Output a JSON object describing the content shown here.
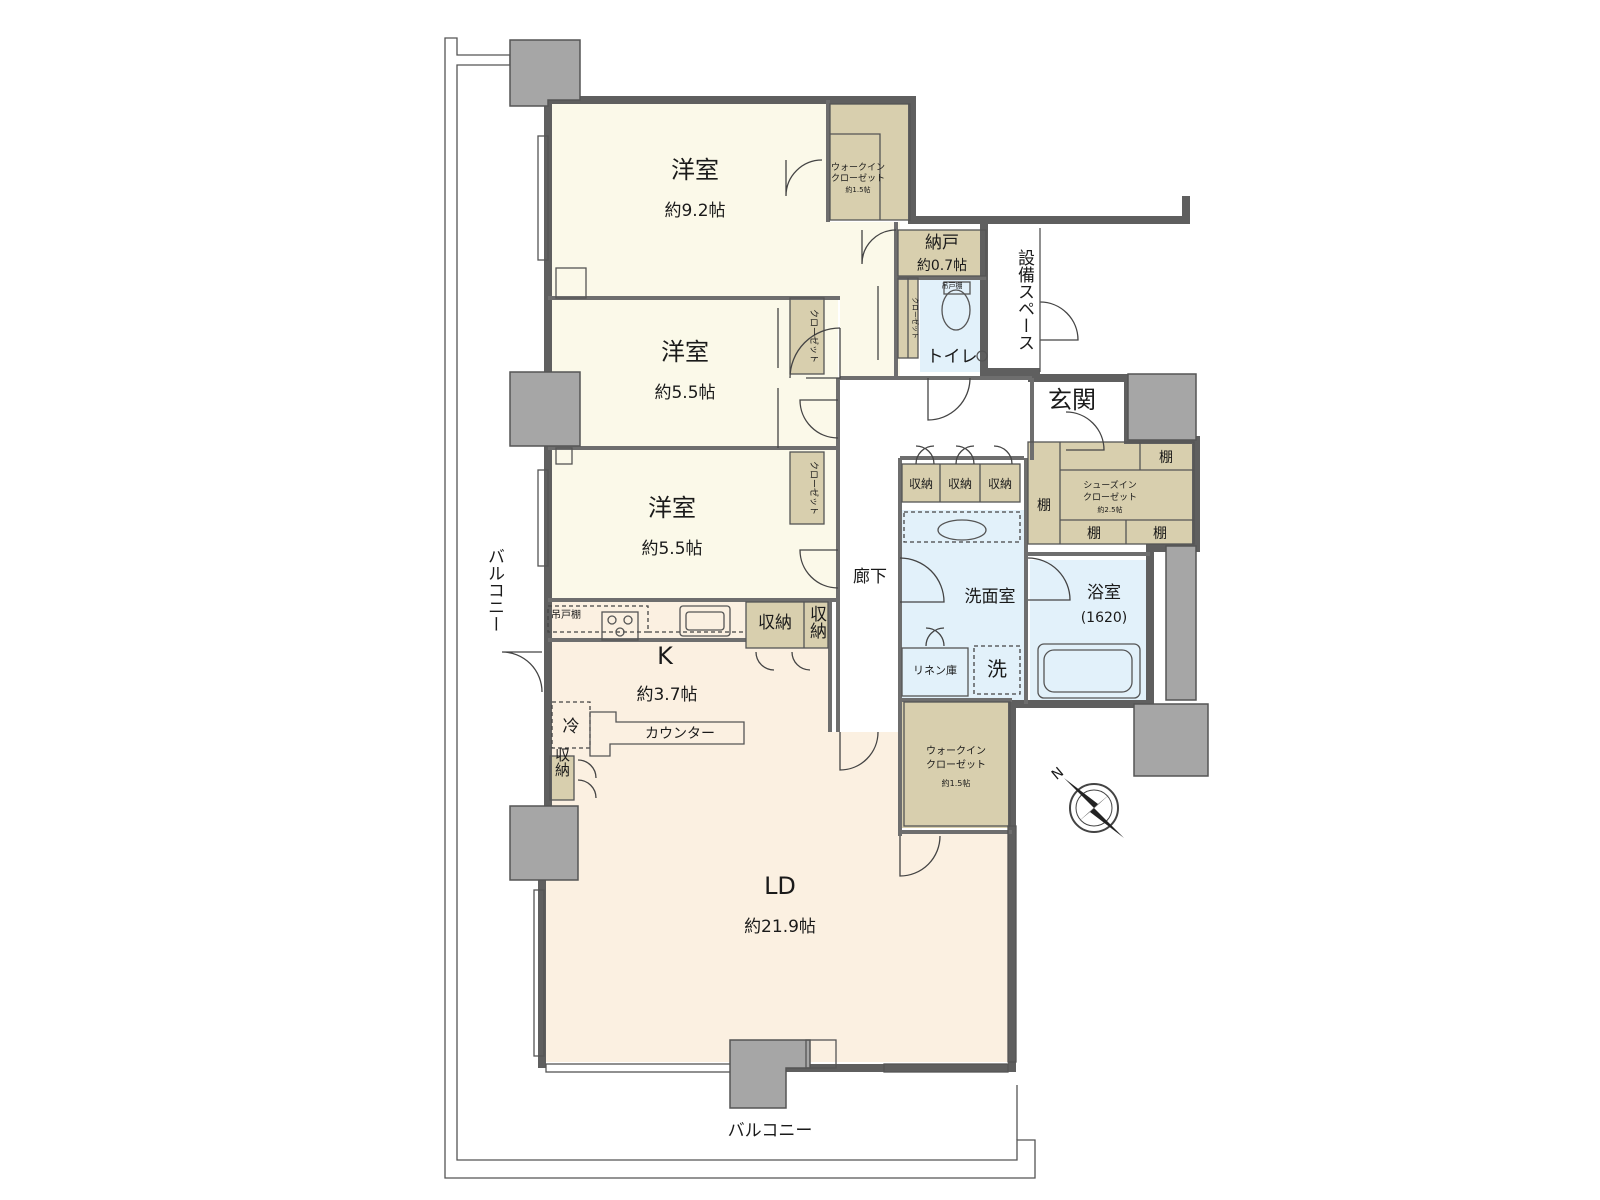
{
  "plan": {
    "bedroom1": {
      "name": "洋室",
      "area": "約9.2帖"
    },
    "bedroom2": {
      "name": "洋室",
      "area": "約5.5帖"
    },
    "bedroom3": {
      "name": "洋室",
      "area": "約5.5帖"
    },
    "walkin1": {
      "line1": "ウォークイン",
      "line2": "クローゼット",
      "area": "約1.5帖"
    },
    "closet_b2": "クローゼット",
    "closet_b3": "クローゼット",
    "storage_room": {
      "name": "納戸",
      "area": "約0.7帖"
    },
    "toilet_closet": "クローゼット",
    "toilet_shelf": "吊戸棚",
    "toilet": "トイレ",
    "equipment_space": "設備スペース",
    "entrance": "玄関",
    "shoe_closet": {
      "line1": "シューズイン",
      "line2": "クローゼット",
      "area": "約2.5帖"
    },
    "shelf": "棚",
    "storage": "収納",
    "hallway": "廊下",
    "washroom": "洗面室",
    "bathroom": {
      "name": "浴室",
      "size": "(1620)"
    },
    "linen": "リネン庫",
    "washer": "洗",
    "kitchen": {
      "name": "K",
      "area": "約3.7帖"
    },
    "hanging_shelf": "吊戸棚",
    "fridge": "冷",
    "counter": "カウンター",
    "walkin2": {
      "line1": "ウォークイン",
      "line2": "クローゼット",
      "area": "約1.5帖"
    },
    "living": {
      "name": "LD",
      "area": "約21.9帖"
    },
    "balcony": "バルコニー",
    "compass": "N"
  },
  "colors": {
    "bedroom_fill": "#fbf9e9",
    "closet_fill": "#d8cfae",
    "wet_fill": "#e2f1fa",
    "living_fill": "#fbf0e1",
    "wall": "#5f5f5f",
    "pillar": "#a6a6a6"
  }
}
